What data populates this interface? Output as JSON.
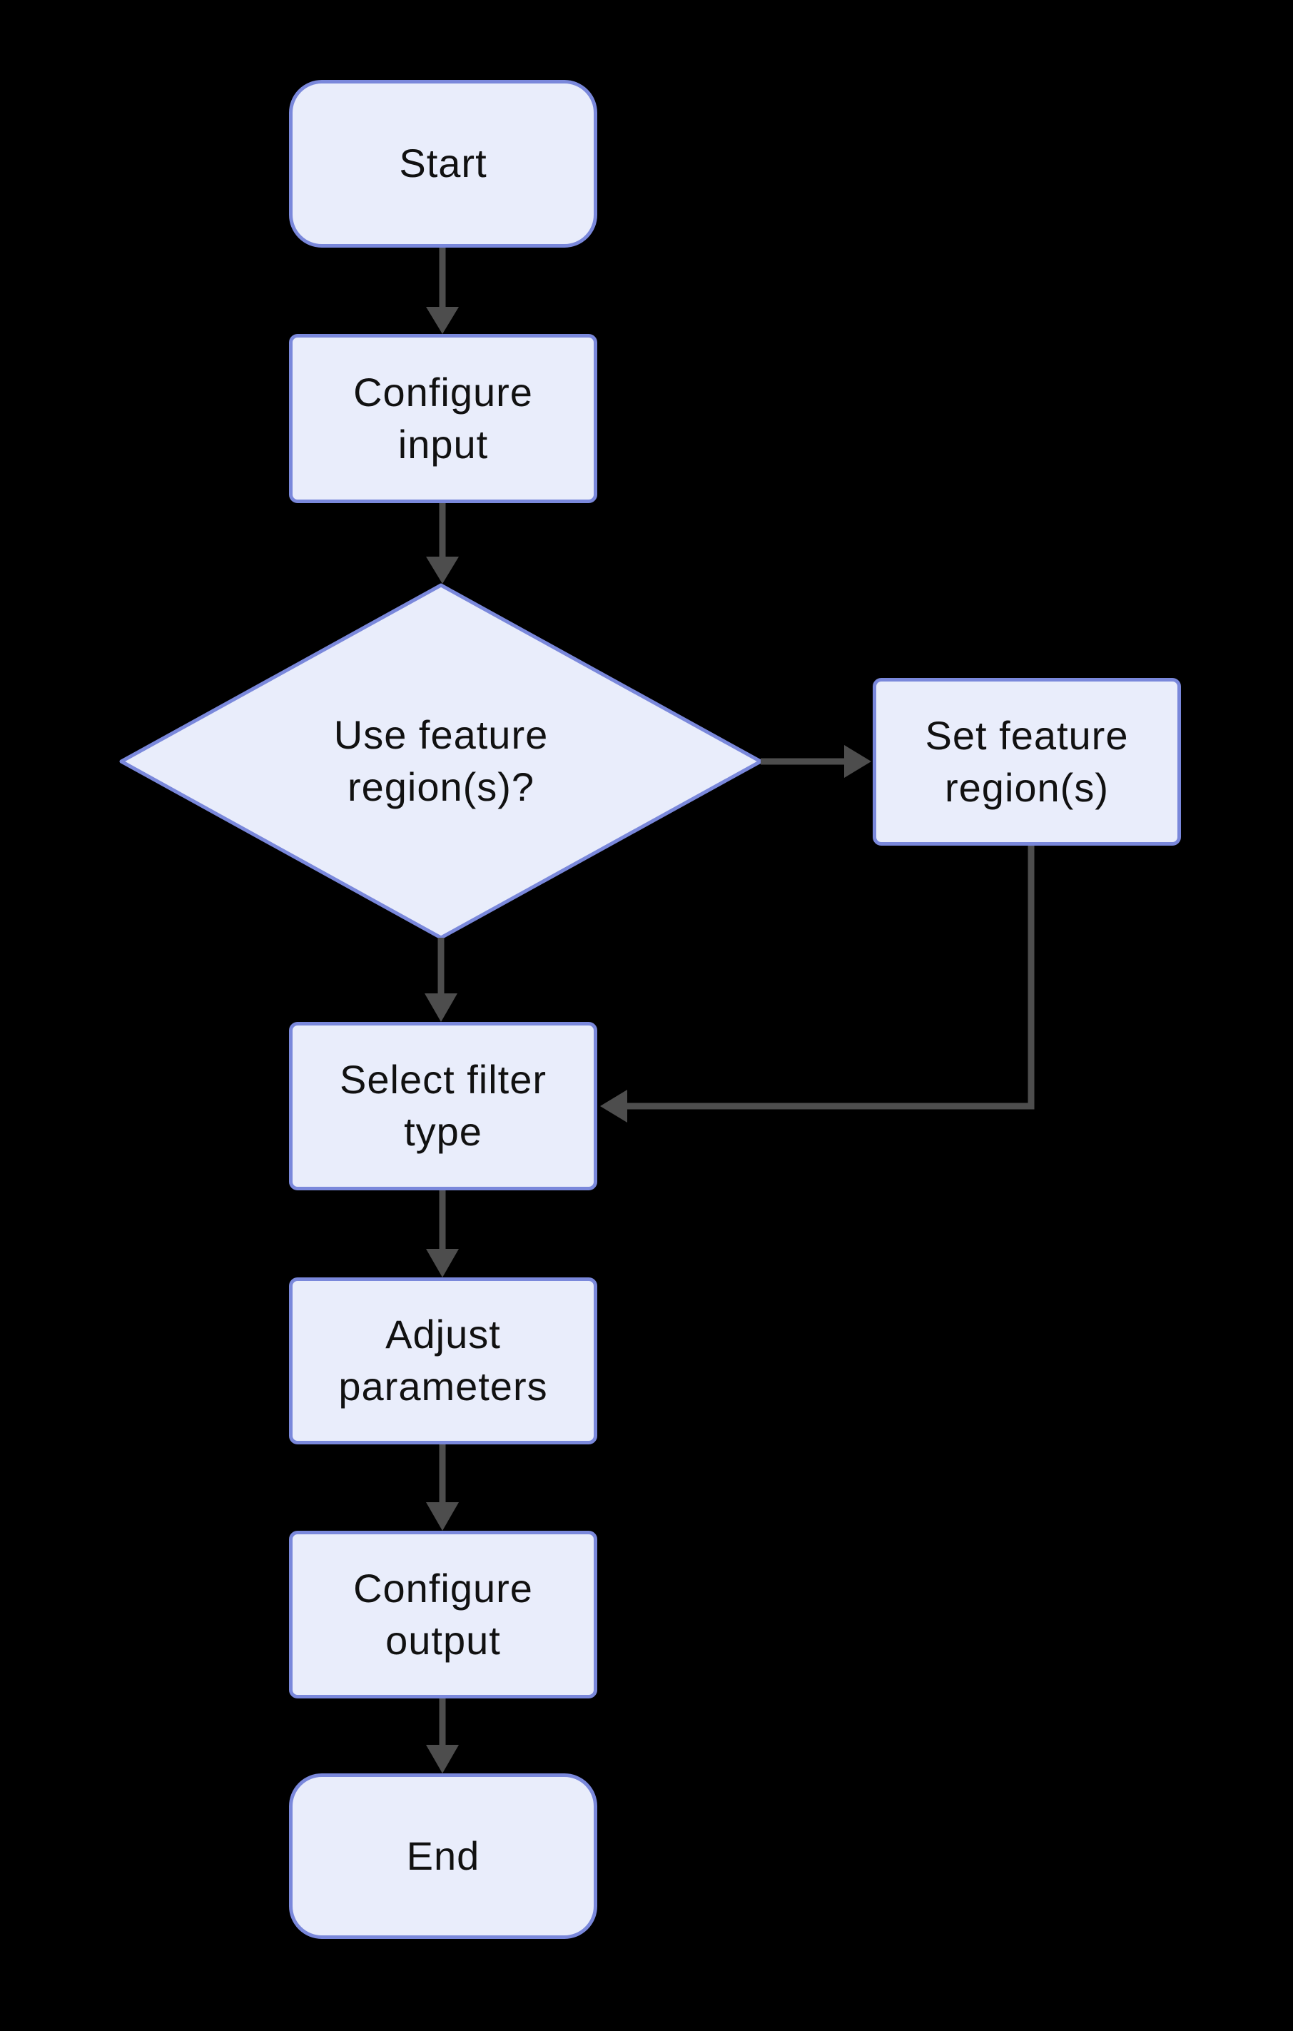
{
  "diagram": {
    "type": "flowchart",
    "colors": {
      "background": "#000000",
      "node_fill": "#E9EDFB",
      "node_border": "#7A88DB",
      "edge_color": "#4D4D4D",
      "text_color": "#111111"
    },
    "nodes": {
      "start": {
        "label": "Start",
        "shape": "terminator"
      },
      "configure_input": {
        "label": "Configure input",
        "shape": "process"
      },
      "use_feature_regions": {
        "label": "Use feature region(s)?",
        "shape": "decision"
      },
      "set_feature_regions": {
        "label": "Set feature region(s)",
        "shape": "process"
      },
      "select_filter_type": {
        "label": "Select filter type",
        "shape": "process"
      },
      "adjust_parameters": {
        "label": "Adjust parameters",
        "shape": "process"
      },
      "configure_output": {
        "label": "Configure output",
        "shape": "process"
      },
      "end": {
        "label": "End",
        "shape": "terminator"
      }
    },
    "edges": [
      {
        "from": "start",
        "to": "configure_input"
      },
      {
        "from": "configure_input",
        "to": "use_feature_regions"
      },
      {
        "from": "use_feature_regions",
        "to": "set_feature_regions"
      },
      {
        "from": "use_feature_regions",
        "to": "select_filter_type"
      },
      {
        "from": "set_feature_regions",
        "to": "select_filter_type"
      },
      {
        "from": "select_filter_type",
        "to": "adjust_parameters"
      },
      {
        "from": "adjust_parameters",
        "to": "configure_output"
      },
      {
        "from": "configure_output",
        "to": "end"
      }
    ]
  }
}
